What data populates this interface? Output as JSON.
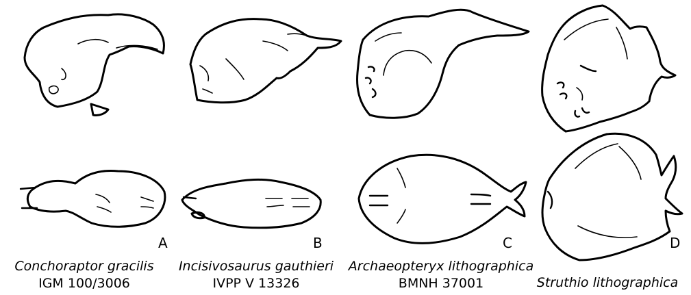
{
  "panels": [
    {
      "letter": "A",
      "species": "Conchoraptor gracilis",
      "specimen": "IGM 100/3006"
    },
    {
      "letter": "B",
      "species": "Incisivosaurus gauthieri",
      "specimen": "IVPP V 13326"
    },
    {
      "letter": "C",
      "species": "Archaeopteryx lithographica",
      "specimen": "BMNH 37001"
    },
    {
      "letter": "D",
      "species": "Struthio lithographica",
      "specimen": ""
    }
  ],
  "colors": {
    "line": "#000000",
    "background": "#ffffff"
  }
}
